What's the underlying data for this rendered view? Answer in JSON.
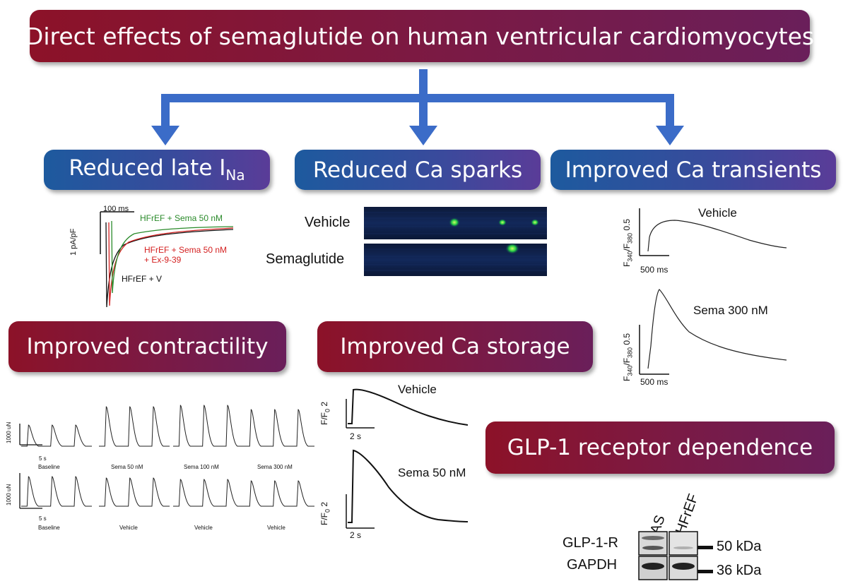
{
  "title": "Direct effects of semaglutide on human ventricular cardiomyocytes",
  "boxes": {
    "late_ina_prefix": "Reduced late I",
    "late_ina_sub": "Na",
    "ca_sparks": "Reduced Ca sparks",
    "ca_transients": "Improved Ca transients",
    "contractility": "Improved contractility",
    "ca_storage": "Improved Ca storage",
    "glp1": "GLP-1 receptor dependence"
  },
  "late_ina": {
    "scale_time": "100 ms",
    "scale_current": "1 pA/pF",
    "green_label": "HFrEF + Sema 50 nM",
    "red_label_1": "HFrEF + Sema 50 nM",
    "red_label_2": "+ Ex-9-39",
    "black_label": "HFrEF + V",
    "colors": {
      "green": "#2a8a2a",
      "red": "#d42020",
      "black": "#111111"
    }
  },
  "sparks": {
    "vehicle": "Vehicle",
    "semaglutide": "Semaglutide"
  },
  "transients": {
    "top_label": "Vehicle",
    "bottom_label": "Sema 300 nM",
    "scale_value": "0.5",
    "scale_time": "500 ms",
    "ylabel_F": "F",
    "ylabel_sub1": "340",
    "ylabel_slash": "/F",
    "ylabel_sub2": "380"
  },
  "contractility": {
    "scale_force": "1000 uN",
    "scale_time": "5 s",
    "row1_labels": [
      "Baseline",
      "Sema 50 nM",
      "Sema 100 nM",
      "Sema 300 nM"
    ],
    "row2_labels": [
      "Baseline",
      "Vehicle",
      "Vehicle",
      "Vehicle"
    ]
  },
  "storage": {
    "top_label": "Vehicle",
    "bottom_label": "Sema 50 nM",
    "ylabel": "F/F",
    "ylabel_sub": "0",
    "scale_value": "2",
    "scale_time": "2 s"
  },
  "blot": {
    "lanes": [
      "AS",
      "HFrEF"
    ],
    "rows": [
      "GLP-1-R",
      "GAPDH"
    ],
    "markers": [
      "50 kDa",
      "36 kDa"
    ]
  },
  "colors": {
    "arrow": "#3b6cc8",
    "maroon": "#8c1228",
    "blue": "#2a5aa0"
  }
}
